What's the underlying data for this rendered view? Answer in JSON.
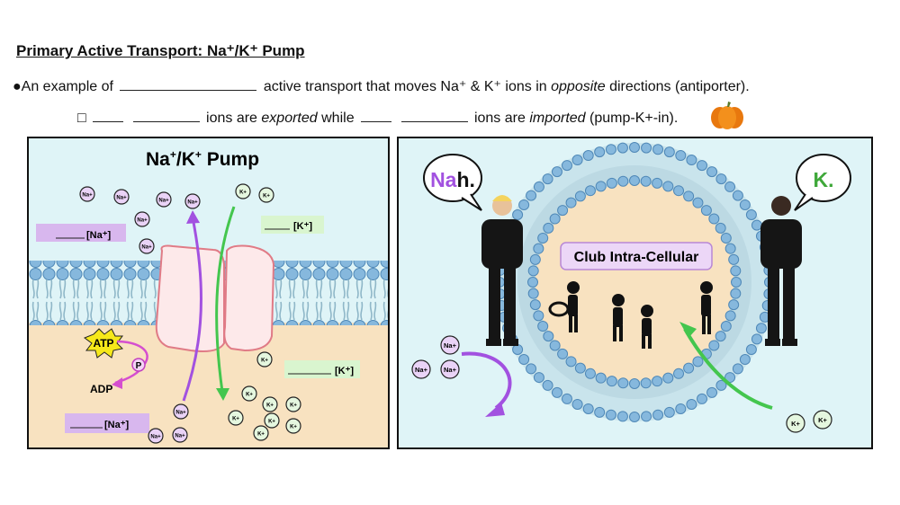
{
  "header": {
    "title": "Primary Active Transport: Na⁺/K⁺ Pump",
    "line1_a": "●An example of",
    "line1_b": "active transport that moves Na⁺ & K⁺ ions in",
    "line1_em": "opposite",
    "line1_c": "directions (antiporter).",
    "line2_bullet": "□",
    "line2_a": "ions are",
    "line2_em1": "exported",
    "line2_b": "while",
    "line2_c": "ions are",
    "line2_em2": "imported",
    "line2_d": "(pump-K+-in)."
  },
  "left_panel": {
    "title_na": "Na",
    "title_plus": "+",
    "title_slash": "/K",
    "title_plus2": "+",
    "title_pump": " Pump",
    "na_ion": "Na+",
    "k_ion": "K+",
    "label_na_out": "[Na⁺]",
    "label_k_out": "[K⁺]",
    "label_k_in": "[K⁺]",
    "label_na_in": "[Na⁺]",
    "atp": "ATP",
    "phosphate": "P",
    "adp": "ADP"
  },
  "right_panel": {
    "bubble_left": "Nah.",
    "bubble_left_na": "Na",
    "bubble_left_h": "h.",
    "bubble_right": "K.",
    "club_sign": "Club Intra-Cellular",
    "na_ion": "Na+",
    "k_ion": "K+"
  },
  "colors": {
    "na_purple": "#9b4fd0",
    "k_green": "#3fbf4a",
    "membrane_blue": "#7fb3d8",
    "cyto_tan": "#f8e2c0",
    "label_purple_bg": "#d8b7ee",
    "label_green_bg": "#d9f5cf"
  }
}
